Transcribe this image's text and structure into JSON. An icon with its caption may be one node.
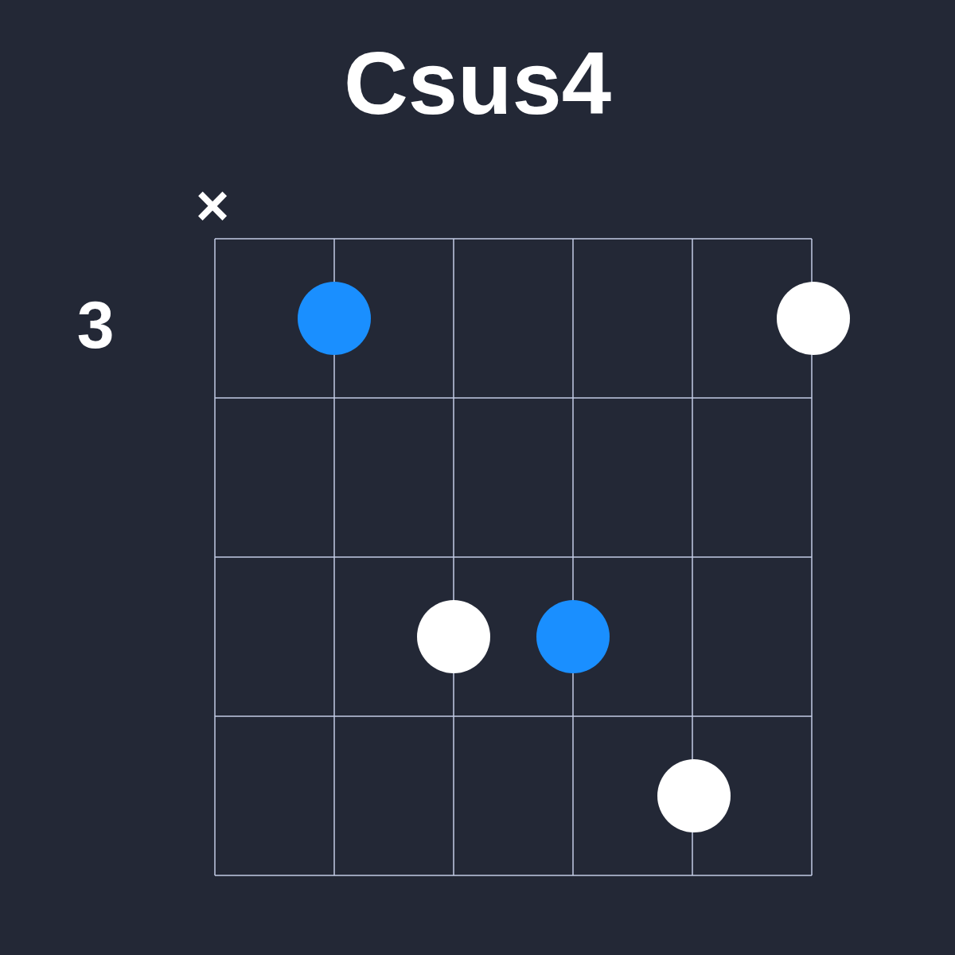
{
  "diagram": {
    "title": "Csus4",
    "nodes": [
      {
        "text": [],
        "shape": "circle"
      },
      {
        "text": [],
        "shape": "circle"
      },
      {
        "text": [],
        "shape": "circle"
      },
      {
        "text": [],
        "shape": "circle"
      },
      {
        "text": [],
        "shape": "circle"
      }
    ],
    "labels": [
      "×",
      "3"
    ]
  }
}
